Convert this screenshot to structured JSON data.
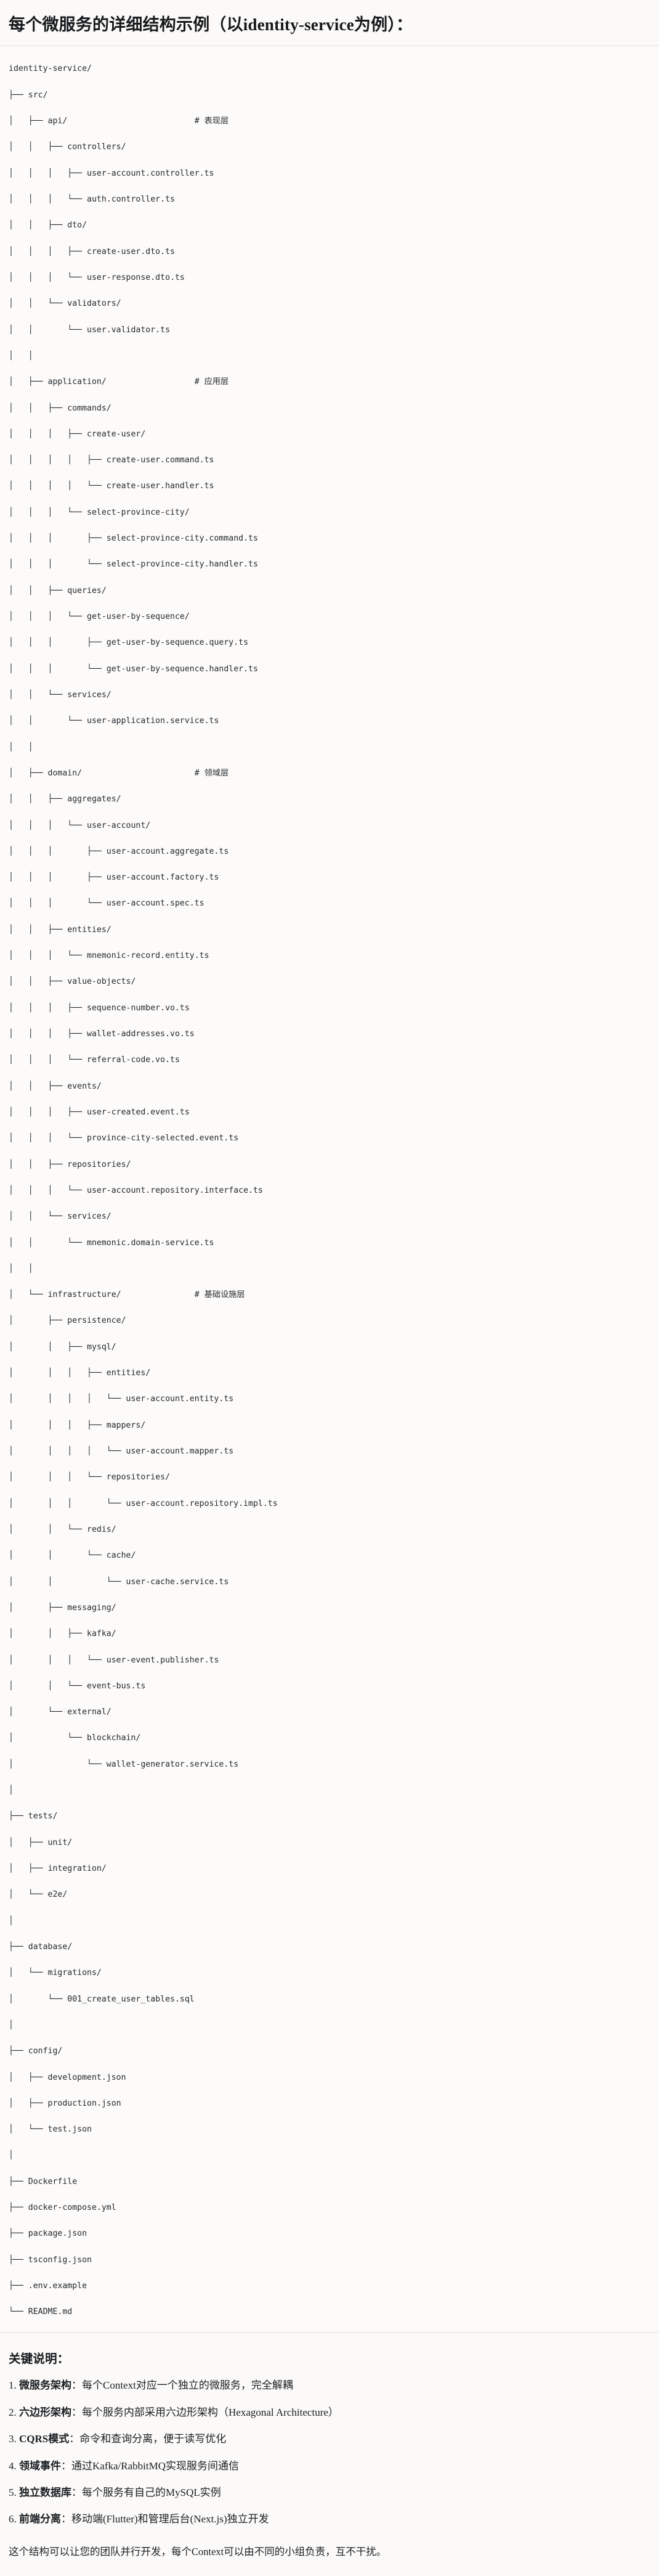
{
  "document": {
    "heading": "每个微服务的详细结构示例（以identity-service为例）：",
    "tree_lines": [
      "identity-service/",
      "├── src/",
      "│   ├── api/                          # 表现层",
      "│   │   ├── controllers/",
      "│   │   │   ├── user-account.controller.ts",
      "│   │   │   └── auth.controller.ts",
      "│   │   ├── dto/",
      "│   │   │   ├── create-user.dto.ts",
      "│   │   │   └── user-response.dto.ts",
      "│   │   └── validators/",
      "│   │       └── user.validator.ts",
      "│   │",
      "│   ├── application/                  # 应用层",
      "│   │   ├── commands/",
      "│   │   │   ├── create-user/",
      "│   │   │   │   ├── create-user.command.ts",
      "│   │   │   │   └── create-user.handler.ts",
      "│   │   │   └── select-province-city/",
      "│   │   │       ├── select-province-city.command.ts",
      "│   │   │       └── select-province-city.handler.ts",
      "│   │   ├── queries/",
      "│   │   │   └── get-user-by-sequence/",
      "│   │   │       ├── get-user-by-sequence.query.ts",
      "│   │   │       └── get-user-by-sequence.handler.ts",
      "│   │   └── services/",
      "│   │       └── user-application.service.ts",
      "│   │",
      "│   ├── domain/                       # 领域层",
      "│   │   ├── aggregates/",
      "│   │   │   └── user-account/",
      "│   │   │       ├── user-account.aggregate.ts",
      "│   │   │       ├── user-account.factory.ts",
      "│   │   │       └── user-account.spec.ts",
      "│   │   ├── entities/",
      "│   │   │   └── mnemonic-record.entity.ts",
      "│   │   ├── value-objects/",
      "│   │   │   ├── sequence-number.vo.ts",
      "│   │   │   ├── wallet-addresses.vo.ts",
      "│   │   │   └── referral-code.vo.ts",
      "│   │   ├── events/",
      "│   │   │   ├── user-created.event.ts",
      "│   │   │   └── province-city-selected.event.ts",
      "│   │   ├── repositories/",
      "│   │   │   └── user-account.repository.interface.ts",
      "│   │   └── services/",
      "│   │       └── mnemonic.domain-service.ts",
      "│   │",
      "│   └── infrastructure/               # 基础设施层",
      "│       ├── persistence/",
      "│       │   ├── mysql/",
      "│       │   │   ├── entities/",
      "│       │   │   │   └── user-account.entity.ts",
      "│       │   │   ├── mappers/",
      "│       │   │   │   └── user-account.mapper.ts",
      "│       │   │   └── repositories/",
      "│       │   │       └── user-account.repository.impl.ts",
      "│       │   └── redis/",
      "│       │       └── cache/",
      "│       │           └── user-cache.service.ts",
      "│       ├── messaging/",
      "│       │   ├── kafka/",
      "│       │   │   └── user-event.publisher.ts",
      "│       │   └── event-bus.ts",
      "│       └── external/",
      "│           └── blockchain/",
      "│               └── wallet-generator.service.ts",
      "│",
      "├── tests/",
      "│   ├── unit/",
      "│   ├── integration/",
      "│   └── e2e/",
      "│",
      "├── database/",
      "│   └── migrations/",
      "│       └── 001_create_user_tables.sql",
      "│",
      "├── config/",
      "│   ├── development.json",
      "│   ├── production.json",
      "│   └── test.json",
      "│",
      "├── Dockerfile",
      "├── docker-compose.yml",
      "├── package.json",
      "├── tsconfig.json",
      "├── .env.example",
      "└── README.md"
    ],
    "notes": {
      "title": "关键说明：",
      "items": [
        {
          "index": "1.",
          "term": "微服务架构",
          "text": "：每个Context对应一个独立的微服务，完全解耦"
        },
        {
          "index": "2.",
          "term": "六边形架构",
          "text": "：每个服务内部采用六边形架构（Hexagonal Architecture）"
        },
        {
          "index": "3.",
          "term": "CQRS模式",
          "text": "：命令和查询分离，便于读写优化"
        },
        {
          "index": "4.",
          "term": "领域事件",
          "text": "：通过Kafka/RabbitMQ实现服务间通信"
        },
        {
          "index": "5.",
          "term": "独立数据库",
          "text": "：每个服务有自己的MySQL实例"
        },
        {
          "index": "6.",
          "term": "前端分离",
          "text": "：移动端(Flutter)和管理后台(Next.js)独立开发"
        }
      ],
      "closing": "这个结构可以让您的团队并行开发，每个Context可以由不同的小组负责，互不干扰。"
    }
  },
  "colors": {
    "page_background": "#fbfaf8",
    "code_background": "#fcfbf9",
    "text": "#24292f",
    "divider": "#e6e2dc"
  }
}
